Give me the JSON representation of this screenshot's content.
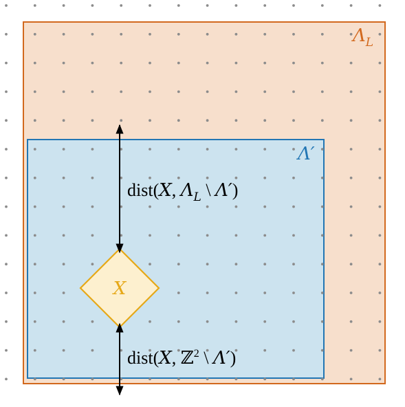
{
  "regions": {
    "outer": {
      "label": "Λ",
      "subscript": "L",
      "fill": "#f7dfcc",
      "stroke": "#d2691e"
    },
    "inner": {
      "label": "Λ′",
      "fill": "#cce3ef",
      "stroke": "#2276b4"
    }
  },
  "node": {
    "label": "X",
    "fill": "#fdf0cf",
    "stroke": "#e6a817",
    "text_color": "#e6a817"
  },
  "annotations": {
    "upper_distance": "dist(X, Λ_L \\ Λ′)",
    "upper_distance_parts": {
      "pre": "dist(",
      "x": "X",
      "sep": ", ",
      "lambda": "Λ",
      "sub": "L",
      "setminus": " \\ ",
      "lambda_prime": "Λ′",
      "post": ")"
    },
    "lower_distance": "dist(X, ℤ² \\ Λ′)",
    "lower_distance_parts": {
      "pre": "dist(",
      "x": "X",
      "sep": ", ",
      "z": "ℤ",
      "sup": "2",
      "setminus": " \\ ",
      "lambda_prime": "Λ′",
      "post": ")"
    }
  },
  "lattice": {
    "dot_color": "#8c8c8c"
  },
  "arrow_color": "#000000"
}
